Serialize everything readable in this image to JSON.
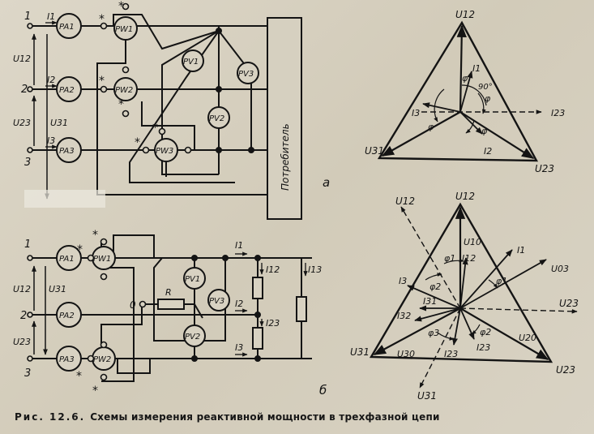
{
  "caption": {
    "label": "Рис. 12.6.",
    "text": "Схемы измерения реактивной мощности в трехфазной цепи"
  },
  "top_circuit": {
    "phase_numbers": [
      "1",
      "2",
      "3"
    ],
    "currents": [
      "I1",
      "I2",
      "I3"
    ],
    "voltages": [
      "U12",
      "U23",
      "U31"
    ],
    "ammeters": [
      "PA1",
      "PA2",
      "PA3"
    ],
    "wattmeters": [
      "PW1",
      "PW2",
      "PW3"
    ],
    "voltmeters": [
      "PV1",
      "PV2",
      "PV3"
    ],
    "load": "Потребитель",
    "star": "*"
  },
  "bottom_circuit": {
    "phase_numbers": [
      "1",
      "2",
      "3"
    ],
    "ammeters": [
      "PA1",
      "PA2",
      "PA3"
    ],
    "wattmeters": [
      "PW1",
      "PW2"
    ],
    "voltmeters": [
      "PV1",
      "PV2",
      "PV3"
    ],
    "voltages": [
      "U12",
      "U31",
      "U23"
    ],
    "currents": [
      "I1",
      "I2",
      "I3",
      "I12",
      "I23",
      "I13"
    ],
    "resistor": "R",
    "neutral": "0",
    "star": "*"
  },
  "diagram_a": {
    "letter": "a",
    "vertices": [
      "U12",
      "U31",
      "U23"
    ],
    "currents": [
      "I1",
      "I2",
      "I3",
      "I23"
    ],
    "angles": [
      "φ",
      "90°",
      "φ",
      "φ",
      "φ"
    ]
  },
  "diagram_b": {
    "letter": "б",
    "vertices": [
      "U12",
      "U31",
      "U23"
    ],
    "dashed": [
      "U12",
      "U23",
      "U31"
    ],
    "phase_voltages": [
      "U10",
      "U20",
      "U30",
      "U03"
    ],
    "currents": [
      "I1",
      "I12",
      "I3",
      "I31",
      "I32",
      "I23",
      "I23"
    ],
    "angles": [
      "φ1",
      "φ2",
      "φ3",
      "φ1",
      "φ2"
    ]
  }
}
